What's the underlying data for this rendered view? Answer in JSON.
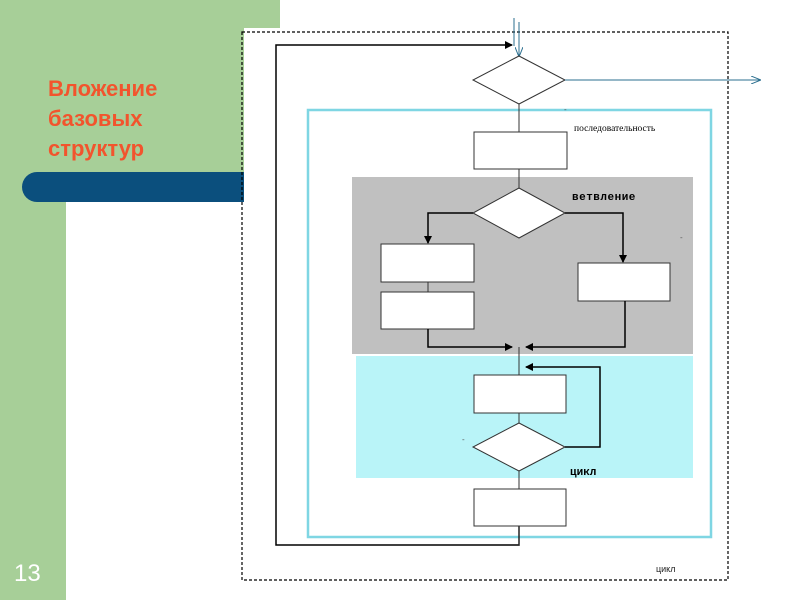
{
  "slide": {
    "title_lines": [
      "Вложение",
      "базовых",
      "структур"
    ],
    "number": "13"
  },
  "diagram": {
    "labels": {
      "sequence": "последовательность",
      "branching": "ветвление",
      "loop_inner": "цикл",
      "loop_outer": "цикл"
    },
    "colors": {
      "title": "#f2542d",
      "green": "#a7cf98",
      "blue_bar": "#0b4f7d",
      "branch_region": "#c0c0c0",
      "loop_region": "#b9f4f8",
      "sequence_frame": "#7fd6e3"
    }
  }
}
